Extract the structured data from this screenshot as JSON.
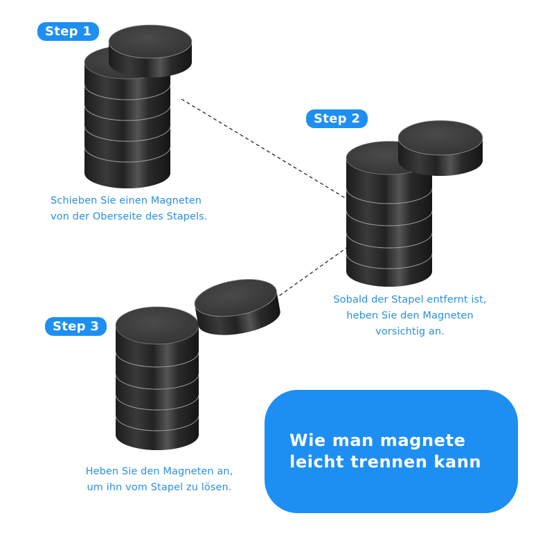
{
  "steps": [
    {
      "badge": "Step 1",
      "caption": [
        "Schieben Sie einen Magneten",
        "von der Oberseite des Stapels."
      ]
    },
    {
      "badge": "Step 2",
      "caption": [
        "Sobald der Stapel entfernt ist,",
        "heben Sie den Magneten",
        "vorsichtig an."
      ]
    },
    {
      "badge": "Step 3",
      "caption": [
        "Heben Sie den Magneten an,",
        "um ihn vom Stapel zu lösen."
      ]
    }
  ],
  "title_card": {
    "line1": "Wie man magnete",
    "line2": "leicht trennen kann"
  },
  "colors": {
    "accent": "#1e8ff2",
    "caption_text": "#2a8fe0",
    "magnet": "#2b2b2b",
    "background": "#ffffff"
  }
}
